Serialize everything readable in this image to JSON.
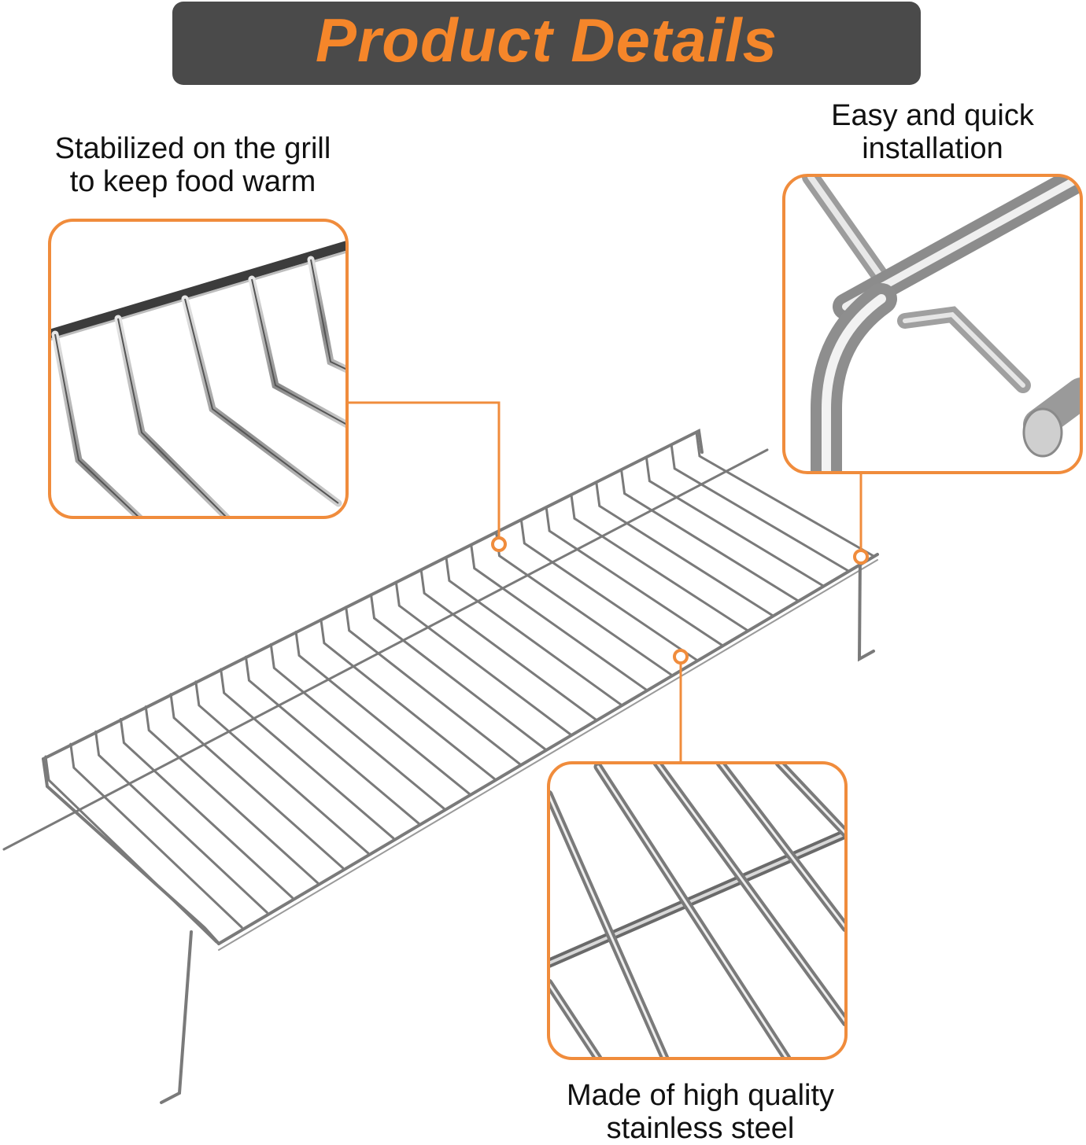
{
  "banner": {
    "title": "Product Details",
    "background": "#4a4a4a",
    "title_color": "#f5862a"
  },
  "accent_color": "#f08c3c",
  "captions": {
    "stabilized": [
      "Stabilized on the grill",
      "to keep food warm"
    ],
    "installation": [
      "Easy and quick",
      "installation"
    ],
    "material": [
      "Made of high quality",
      "stainless steel"
    ]
  },
  "images": {
    "main": "stainless-steel-warming-rack-icon",
    "detail_top_left": "rack-rail-closeup-icon",
    "detail_top_right": "rack-hook-closeup-icon",
    "detail_bottom": "rack-wire-grid-closeup-icon"
  }
}
